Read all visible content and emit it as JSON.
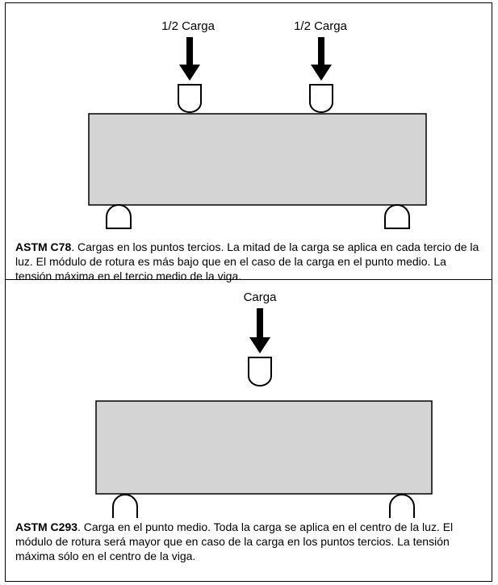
{
  "figure": {
    "top_panel": {
      "load_labels": [
        "1/2 Carga",
        "1/2 Carga"
      ],
      "caption_standard": "ASTM C78",
      "caption_text": ". Cargas en los puntos tercios. La mitad de la carga se aplica en cada tercio de la luz. El módulo de rotura es más bajo que en el caso de la carga en el punto medio. La tensión máxima en el tercio medio de la viga."
    },
    "bottom_panel": {
      "load_label": "Carga",
      "caption_standard": "ASTM C293",
      "caption_text": ". Carga en el punto medio. Toda la carga se aplica en el centro de la luz. El módulo de rotura será mayor que en caso de la carga en los puntos tercios. La tensión máxima sólo en el centro de la viga."
    },
    "colors": {
      "beam_fill": "#d4d4d4",
      "stroke": "#000000"
    }
  }
}
